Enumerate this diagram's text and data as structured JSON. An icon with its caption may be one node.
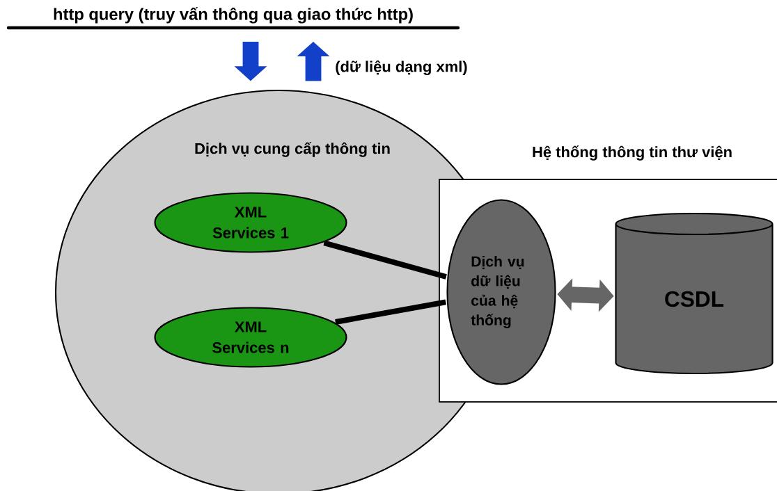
{
  "diagram": {
    "nodes": [
      {
        "text": [
          "http query (truy vấn thông qua giao thức http)"
        ]
      },
      {
        "text": [
          "Dịch vụ cung cấp thông tin"
        ]
      },
      {
        "text": [
          "XML Services 1"
        ],
        "in": 1
      },
      {
        "text": [
          "XML Services n"
        ],
        "in": 1
      },
      {
        "text": [
          "Hệ thống thông tin thư viện"
        ]
      },
      {
        "text": [
          "Dịch vụ dữ liệu của hệ thống"
        ],
        "in": 4
      },
      {
        "text": [
          "CSDL"
        ],
        "in": 4
      }
    ],
    "edges": [
      {
        "from": 0,
        "to": 1,
        "arrow": "to",
        "color": "#1240c8"
      },
      {
        "from": 1,
        "to": 0,
        "arrow": "to",
        "color": "#1240c8",
        "label": "(dữ liệu dạng xml)"
      },
      {
        "from": 2,
        "to": 5,
        "arrow": "none",
        "color": "#000000"
      },
      {
        "from": 3,
        "to": 5,
        "arrow": "none",
        "color": "#000000"
      },
      {
        "from": 5,
        "to": 6,
        "arrow": "both",
        "color": "#666666"
      }
    ]
  }
}
